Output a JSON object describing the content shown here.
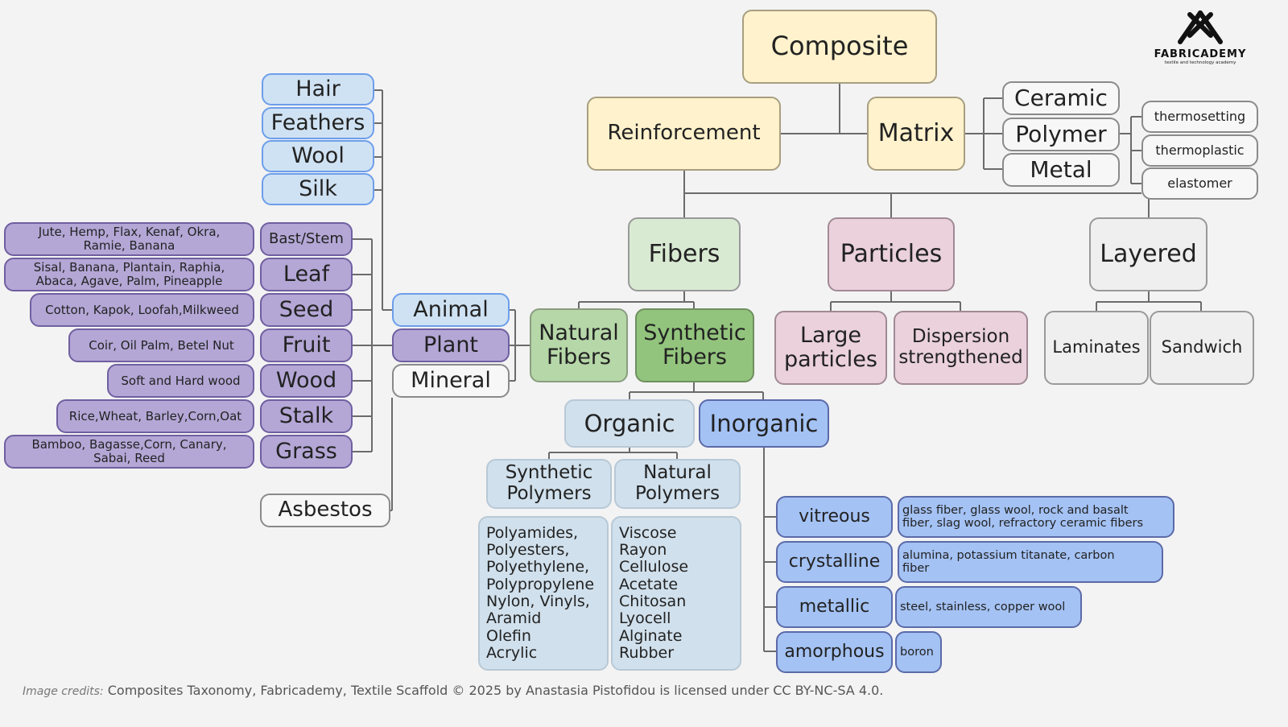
{
  "logo": {
    "brand": "FABRICADEMY",
    "tagline": "textile and technology academy"
  },
  "nodes": {
    "composite": "Composite",
    "reinforcement": "Reinforcement",
    "matrix": "Matrix",
    "ceramic": "Ceramic",
    "polymer": "Polymer",
    "metal": "Metal",
    "thermosetting": "thermosetting",
    "thermoplastic": "thermoplastic",
    "elastomer": "elastomer",
    "fibers": "Fibers",
    "particles": "Particles",
    "layered": "Layered",
    "natural_fibers": "Natural\nFibers",
    "synthetic_fibers": "Synthetic\nFibers",
    "large_particles": "Large\nparticles",
    "dispersion": "Dispersion\nstrengthened",
    "laminates": "Laminates",
    "sandwich": "Sandwich",
    "organic": "Organic",
    "inorganic": "Inorganic",
    "synthetic_polymers": "Synthetic\nPolymers",
    "natural_polymers": "Natural\nPolymers",
    "synthetic_polymers_list": "Polyamides,\nPolyesters,\nPolyethylene,\nPolypropylene\nNylon, Vinyls,\nAramid\nOlefin\nAcrylic",
    "natural_polymers_list": "Viscose\nRayon\nCellulose\nAcetate\nChitosan\nLyocell\nAlginate\nRubber",
    "vitreous": "vitreous",
    "crystalline": "crystalline",
    "metallic": "metallic",
    "amorphous": "amorphous",
    "vitreous_desc": "glass fiber, glass wool, rock and basalt\nfiber, slag wool, refractory ceramic fibers",
    "crystalline_desc": "alumina, potassium titanate, carbon\nfiber",
    "metallic_desc": "steel, stainless, copper wool",
    "amorphous_desc": "boron",
    "animal": "Animal",
    "plant": "Plant",
    "mineral": "Mineral",
    "asbestos": "Asbestos",
    "hair": "Hair",
    "feathers": "Feathers",
    "wool": "Wool",
    "silk": "Silk",
    "bast": "Bast/Stem",
    "leaf": "Leaf",
    "seed": "Seed",
    "fruit": "Fruit",
    "wood": "Wood",
    "stalk": "Stalk",
    "grass": "Grass",
    "bast_desc": "Jute, Hemp, Flax, Kenaf, Okra,\nRamie, Banana",
    "leaf_desc": "Sisal, Banana, Plantain, Raphia,\nAbaca, Agave, Palm, Pineapple",
    "seed_desc": "Cotton, Kapok, Loofah,Milkweed",
    "fruit_desc": "Coir, Oil Palm, Betel Nut",
    "wood_desc": "Soft and Hard wood",
    "stalk_desc": "Rice,Wheat, Barley,Corn,Oat",
    "grass_desc": "Bamboo, Bagasse,Corn, Canary,\nSabai, Reed"
  },
  "credits": {
    "label": "Image credits:",
    "text": " Composites Taxonomy, Fabricademy, Textile Scaffold © 2025 by Anastasia Pistofidou is licensed under CC BY-NC-SA 4.0."
  }
}
